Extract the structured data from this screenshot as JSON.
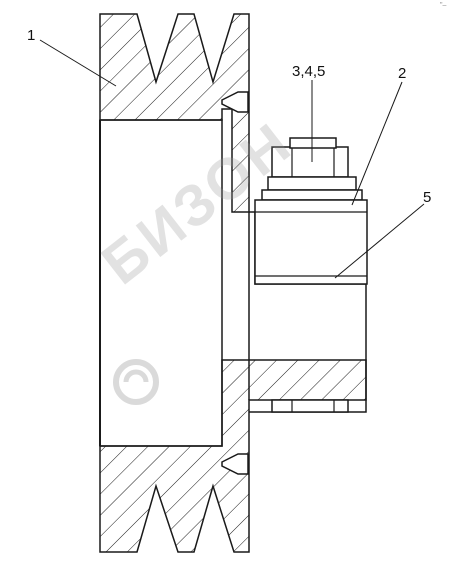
{
  "labels": {
    "part_1": "1",
    "part_345": "3,4,5",
    "part_2": "2",
    "part_5": "5",
    "corner": "\"–"
  },
  "watermark": {
    "text": "БИЗОН",
    "color": "#969696"
  },
  "colors": {
    "line": "#1a1a1a",
    "hatch": "#1a1a1a",
    "background": "#ffffff"
  }
}
